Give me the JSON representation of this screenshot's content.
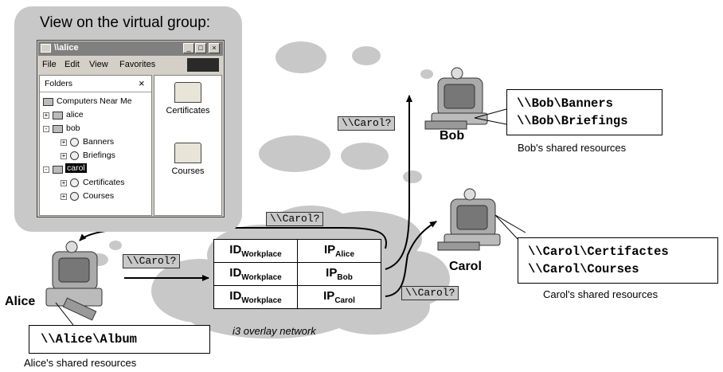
{
  "virtual_group": {
    "title": "View on the virtual group:",
    "window": {
      "title": "\\\\alice",
      "controls": [
        "_",
        "□",
        "×"
      ],
      "menu": [
        "File",
        "Edit",
        "View",
        "Favorites"
      ],
      "folders_label": "Folders",
      "folders_close": "×",
      "tree": [
        {
          "label": "Computers Near Me",
          "level": 0,
          "icon": "computer-network-icon"
        },
        {
          "label": "alice",
          "level": 1,
          "icon": "computer-icon"
        },
        {
          "label": "bob",
          "level": 1,
          "icon": "computer-icon"
        },
        {
          "label": "Banners",
          "level": 2,
          "icon": "shared-folder-icon"
        },
        {
          "label": "Briefings",
          "level": 2,
          "icon": "shared-folder-icon"
        },
        {
          "label": "carol",
          "level": 1,
          "icon": "computer-icon",
          "selected": true
        },
        {
          "label": "Certificates",
          "level": 2,
          "icon": "shared-folder-icon"
        },
        {
          "label": "Courses",
          "level": 2,
          "icon": "shared-folder-icon"
        }
      ],
      "tree_toggles": [
        "+",
        "-",
        "+",
        "+",
        "-",
        "+",
        "+"
      ],
      "right_items": [
        {
          "label": "Certificates",
          "icon": "shared-folder-icon"
        },
        {
          "label": "Courses",
          "icon": "shared-folder-icon"
        }
      ]
    }
  },
  "nodes": {
    "alice": {
      "name": "Alice",
      "caption": "Alice's shared resources",
      "resources": [
        "\\\\Alice\\Album"
      ]
    },
    "bob": {
      "name": "Bob",
      "caption": "Bob's shared resources",
      "resources": [
        "\\\\Bob\\Banners",
        "\\\\Bob\\Briefings"
      ]
    },
    "carol": {
      "name": "Carol",
      "caption": "Carol's shared resources",
      "resources": [
        "\\\\Carol\\Certifactes",
        "\\\\Carol\\Courses"
      ]
    }
  },
  "queries": {
    "alice_out": "\\\\Carol?",
    "return": "\\\\Carol?",
    "to_bob": "\\\\Carol?",
    "to_carol": "\\\\Carol?"
  },
  "overlay": {
    "label": "i3 overlay network",
    "rows": [
      {
        "id_main": "ID",
        "id_sub": "Workplace",
        "ip_main": "IP",
        "ip_sub": "Alice"
      },
      {
        "id_main": "ID",
        "id_sub": "Workplace",
        "ip_main": "IP",
        "ip_sub": "Bob"
      },
      {
        "id_main": "ID",
        "id_sub": "Workplace",
        "ip_main": "IP",
        "ip_sub": "Carol"
      }
    ]
  },
  "colors": {
    "cloud": "#c8c8c8",
    "panel": "#c8c8c8",
    "query_bg": "#c8c8c8"
  }
}
